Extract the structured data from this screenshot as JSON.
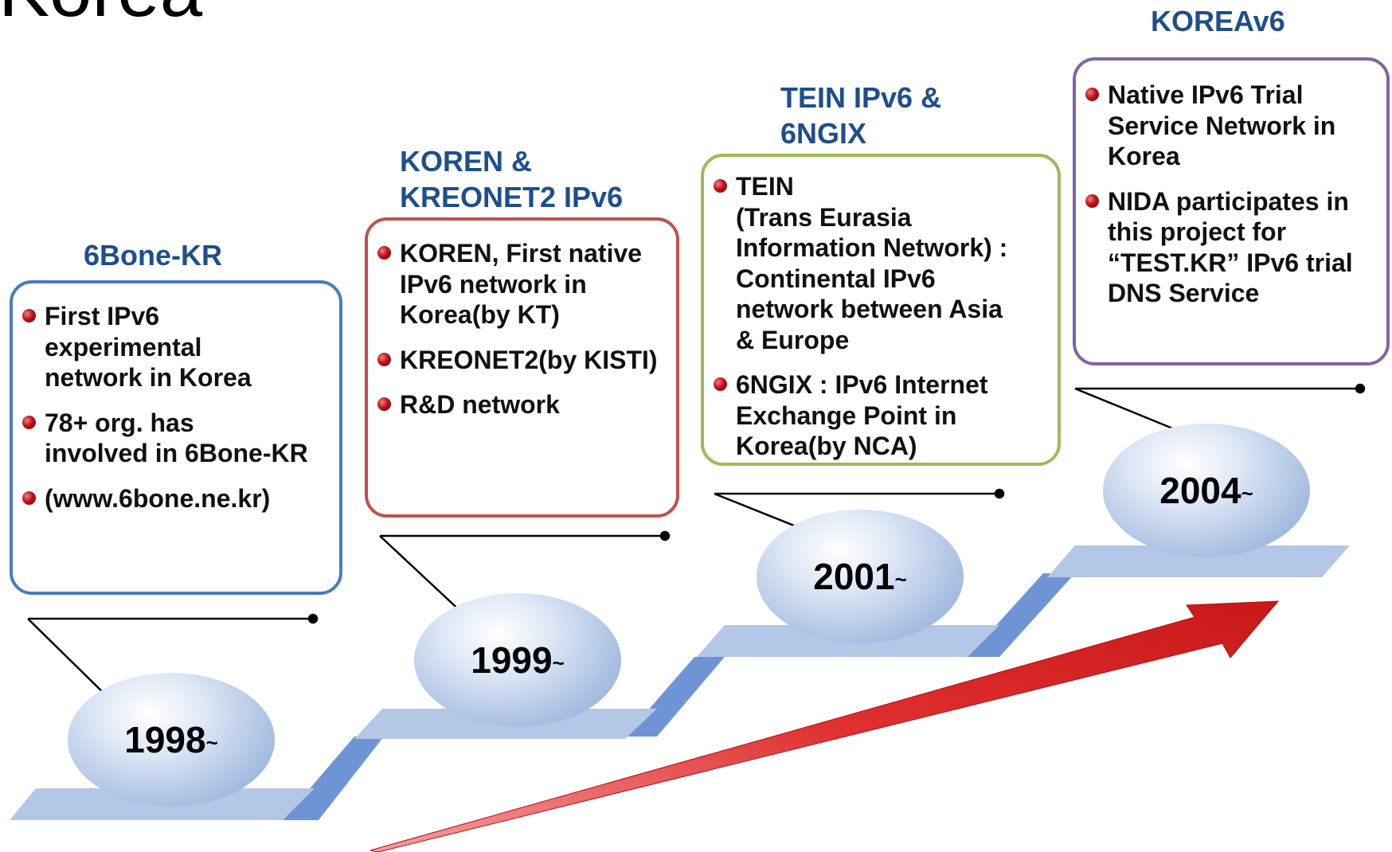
{
  "page_title": "Korea",
  "stages": [
    {
      "title": "6Bone-KR",
      "year": "1998",
      "suffix": "~",
      "border_color": "#4a7bc0",
      "bullets": [
        "First IPv6\nexperimental\nnetwork in Korea",
        "78+ org. has\ninvolved in 6Bone-KR",
        "(www.6bone.ne.kr)"
      ]
    },
    {
      "title": "KOREN &\nKREONET2 IPv6",
      "year": "1999",
      "suffix": "~",
      "border_color": "#c0504d",
      "bullets": [
        "KOREN, First native\nIPv6 network in\nKorea(by KT)",
        "KREONET2(by KISTI)",
        "R&D network"
      ]
    },
    {
      "title": "TEIN IPv6 &\n6NGIX",
      "year": "2001",
      "suffix": "~",
      "border_color": "#9bbb59",
      "bullets": [
        "TEIN\n(Trans Eurasia\nInformation Network) :\nContinental IPv6\n network between Asia\n& Europe",
        "6NGIX : IPv6 Internet\nExchange Point in\nKorea(by NCA)"
      ]
    },
    {
      "title": "KOREAv6",
      "year": "2004",
      "suffix": "~",
      "border_color": "#8064a2",
      "bullets": [
        "Native IPv6 Trial\nService Network in\nKorea",
        "NIDA participates in\nthis project for\n“TEST.KR” IPv6 trial\nDNS Service"
      ]
    }
  ],
  "colors": {
    "title_blue": "#1f4e8c",
    "step_light": "#b4c7e7",
    "step_dark": "#6f94d6",
    "arrow_red": "#d82020"
  }
}
